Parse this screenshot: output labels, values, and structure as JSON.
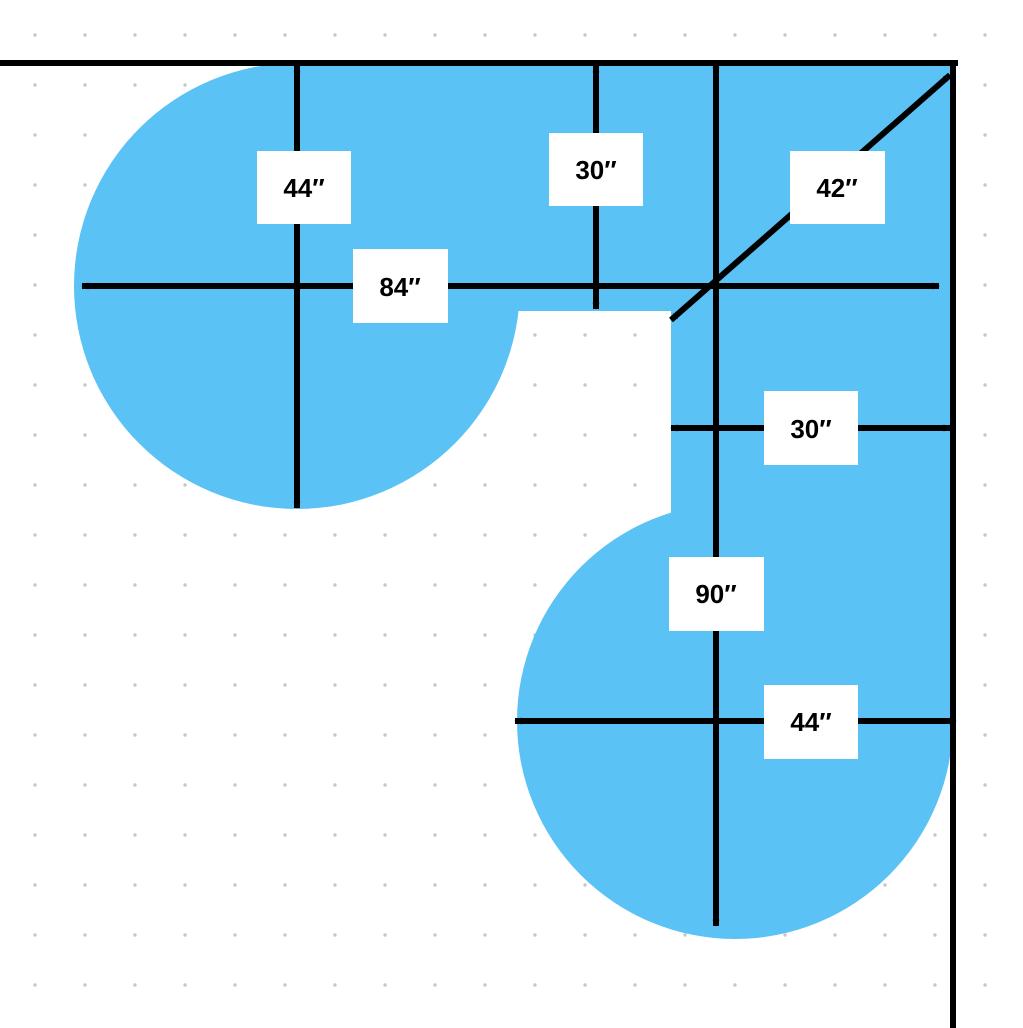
{
  "colors": {
    "background": "#ffffff",
    "grid_dot": "#c8c8c8",
    "shape_fill": "#5bc2f5",
    "line": "#000000",
    "label_background": "#ffffff",
    "label_text": "#000000"
  },
  "dimensions": {
    "top_circle_diameter": "44″",
    "top_overall_width": "84″",
    "top_arm_depth": "30″",
    "diagonal_depth": "42″",
    "right_arm_depth": "30″",
    "right_overall_height": "90″",
    "bottom_circle_diameter": "44″"
  }
}
